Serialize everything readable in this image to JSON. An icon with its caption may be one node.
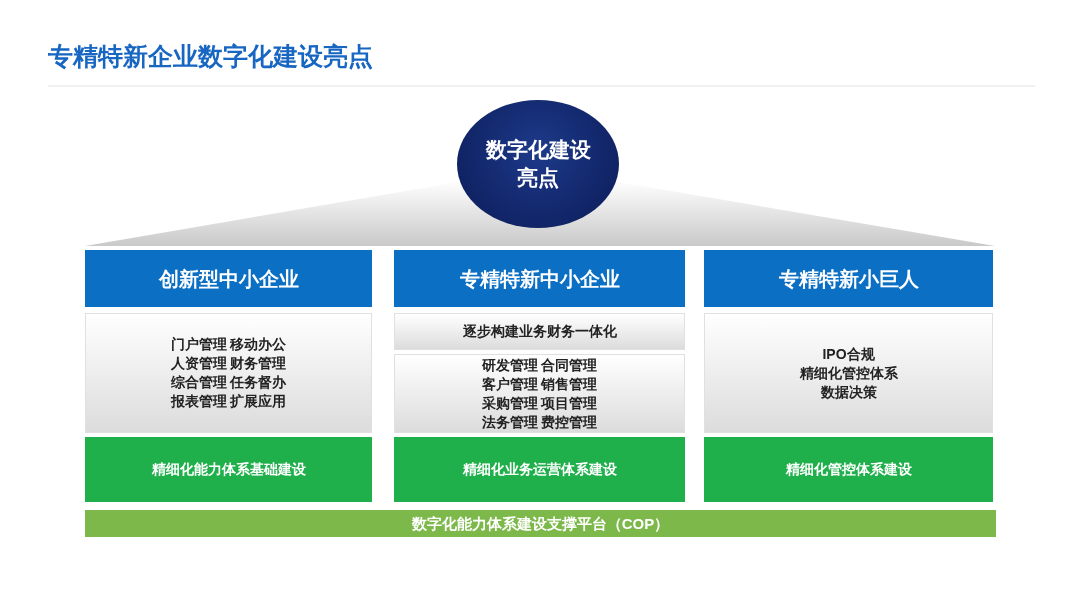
{
  "diagram": {
    "title": "专精特新企业数字化建设亮点",
    "nodes": [
      {
        "text": [
          "数字化建设亮点"
        ]
      },
      {
        "text": [
          "创新型中小企业"
        ]
      },
      {
        "text": [
          "门户管理 移动办公",
          "人资管理 财务管理",
          "综合管理 任务督办",
          "报表管理 扩展应用"
        ]
      },
      {
        "text": [
          "精细化能力体系基础建设"
        ]
      },
      {
        "text": [
          "专精特新中小企业"
        ]
      },
      {
        "text": [
          "逐步构建业务财务一体化"
        ]
      },
      {
        "text": [
          "研发管理 合同管理",
          "客户管理 销售管理",
          "采购管理 项目管理",
          "法务管理 费控管理"
        ]
      },
      {
        "text": [
          "精细化业务运营体系建设"
        ]
      },
      {
        "text": [
          "专精特新小巨人"
        ]
      },
      {
        "text": [
          "IPO合规",
          "精细化管控体系",
          "数据决策"
        ]
      },
      {
        "text": [
          "精细化管控体系建设"
        ]
      },
      {
        "text": [
          "数字化能力体系建设支撑平台（COP）"
        ]
      }
    ],
    "edges": []
  }
}
